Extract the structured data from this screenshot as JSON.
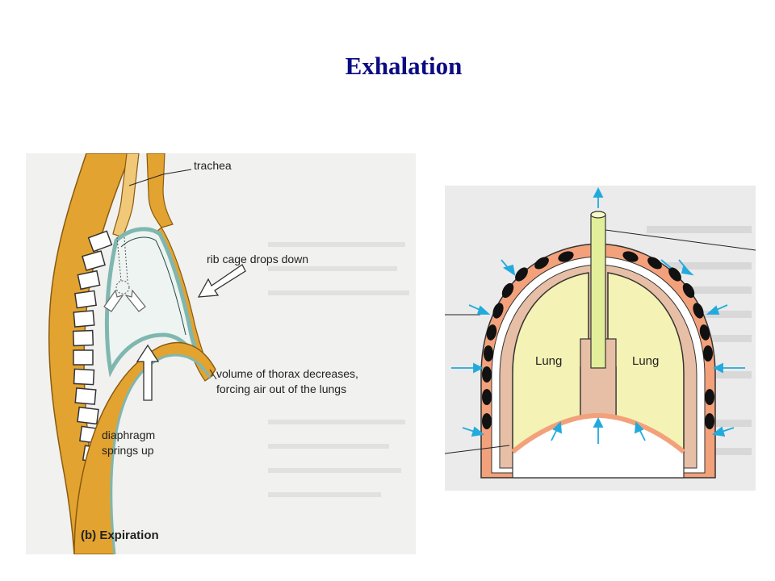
{
  "slide": {
    "title": "Exhalation"
  },
  "left_figure": {
    "labels": {
      "trachea": "trachea",
      "rib_cage": "rib cage drops down",
      "volume_line1": "volume of thorax decreases,",
      "volume_line2": "forcing air out of the lungs",
      "diaphragm_line1": "diaphragm",
      "diaphragm_line2": "springs up",
      "caption": "(b) Expiration"
    },
    "colors": {
      "tissue": "#e3a330",
      "tissue_light": "#f0c878",
      "pleura": "#7fb7b0",
      "line": "#222222"
    }
  },
  "right_figure": {
    "labels": {
      "left_lung": "Lung",
      "right_lung": "Lung"
    },
    "colors": {
      "lung": "#f4f2b4",
      "chest_wall": "#e7bfa6",
      "membrane": "#f3a17b",
      "rib": "#111111",
      "arrow": "#22aadd",
      "trachea": "#e3ee9a"
    }
  }
}
